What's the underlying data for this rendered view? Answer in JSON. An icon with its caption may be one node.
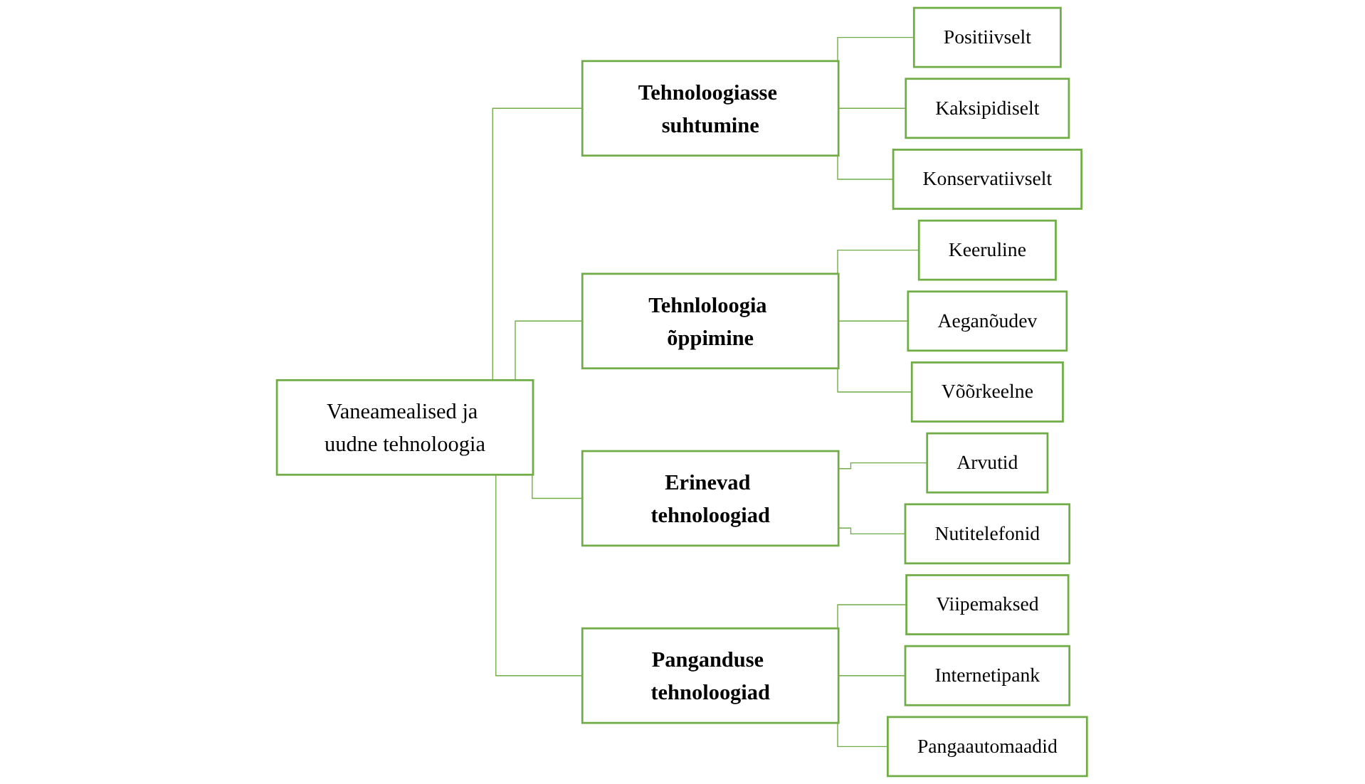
{
  "diagram": {
    "nodes": [
      {
        "text": [
          "Vaneamealised ja uudne tehnoloogia"
        ]
      },
      {
        "text": [
          "Tehnoloogiasse suhtumine"
        ]
      },
      {
        "text": [
          "Positiivselt"
        ]
      },
      {
        "text": [
          "Kaksipidiselt"
        ]
      },
      {
        "text": [
          "Konservatiivselt"
        ]
      },
      {
        "text": [
          "Tehnloloogia õppimine"
        ]
      },
      {
        "text": [
          "Keeruline"
        ]
      },
      {
        "text": [
          "Aeganõudev"
        ]
      },
      {
        "text": [
          "Võõrkeelne"
        ]
      },
      {
        "text": [
          "Erinevad tehnoloogiad"
        ]
      },
      {
        "text": [
          "Arvutid"
        ]
      },
      {
        "text": [
          "Nutitelefonid"
        ]
      },
      {
        "text": [
          "Panganduse tehnoloogiad"
        ]
      },
      {
        "text": [
          "Viipemaksed"
        ]
      },
      {
        "text": [
          "Internetipank"
        ]
      },
      {
        "text": [
          "Pangaautomaadid"
        ]
      }
    ],
    "edges": [
      {
        "from": 0,
        "to": 1,
        "arrow": "none"
      },
      {
        "from": 0,
        "to": 5,
        "arrow": "none"
      },
      {
        "from": 0,
        "to": 9,
        "arrow": "none"
      },
      {
        "from": 0,
        "to": 12,
        "arrow": "none"
      },
      {
        "from": 1,
        "to": 2,
        "arrow": "none"
      },
      {
        "from": 1,
        "to": 3,
        "arrow": "none"
      },
      {
        "from": 1,
        "to": 4,
        "arrow": "none"
      },
      {
        "from": 5,
        "to": 6,
        "arrow": "none"
      },
      {
        "from": 5,
        "to": 7,
        "arrow": "none"
      },
      {
        "from": 5,
        "to": 8,
        "arrow": "none"
      },
      {
        "from": 9,
        "to": 10,
        "arrow": "none"
      },
      {
        "from": 9,
        "to": 11,
        "arrow": "none"
      },
      {
        "from": 12,
        "to": 13,
        "arrow": "none"
      },
      {
        "from": 12,
        "to": 14,
        "arrow": "none"
      },
      {
        "from": 12,
        "to": 15,
        "arrow": "none"
      }
    ]
  }
}
